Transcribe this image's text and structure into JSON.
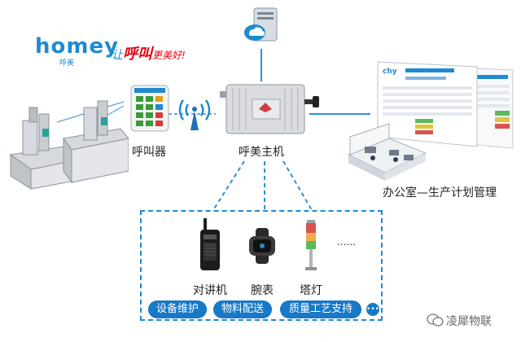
{
  "brand": {
    "logo_word": "homey",
    "logo_sub": "呼美",
    "slogan_prefix": "让",
    "slogan_highlight": "呼叫",
    "slogan_suffix": "更美好!"
  },
  "labels": {
    "caller": "呼叫器",
    "host": "呼美主机",
    "office": "办公室—生产计划管理",
    "walkie": "对讲机",
    "watch": "腕表",
    "tower": "塔灯",
    "more": "......"
  },
  "services": [
    "设备维护",
    "物料配送",
    "质量工艺支持"
  ],
  "watermark": "凌犀物联",
  "colors": {
    "accent": "#1779c8",
    "line": "#2e8fd6",
    "logo_blue": "#1f8ad0",
    "slogan_red": "#e60012"
  },
  "icons": [
    "cloud-server-icon",
    "wireless-signal-icon",
    "injection-machine-icon",
    "walkie-talkie-icon",
    "watch-icon",
    "tower-light-icon",
    "wechat-icon"
  ]
}
